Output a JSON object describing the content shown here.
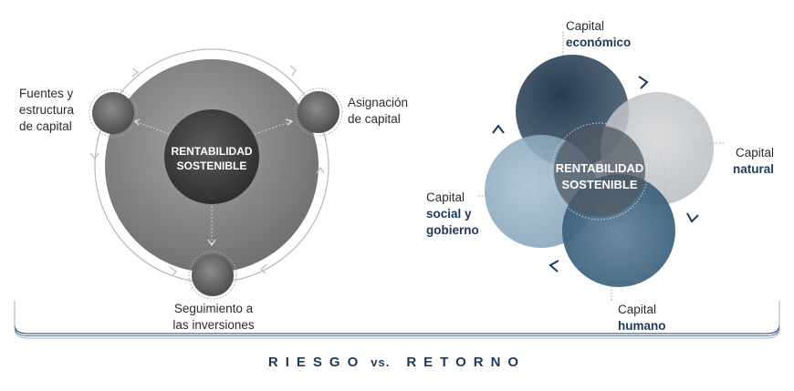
{
  "left_diagram": {
    "center_line1": "RENTABILIDAD",
    "center_line2": "SOSTENIBLE",
    "node_top_left": [
      "Fuentes y",
      "estructura",
      "de capital"
    ],
    "node_top_right": [
      "Asignación",
      "de capital"
    ],
    "node_bottom": [
      "Seguimiento a",
      "las inversiones"
    ]
  },
  "right_diagram": {
    "center_line1": "RENTABILIDAD",
    "center_line2": "SOSTENIBLE",
    "economico": {
      "line1": "Capital",
      "line2": "económico"
    },
    "natural": {
      "line1": "Capital",
      "line2": "natural"
    },
    "humano": {
      "line1": "Capital",
      "line2": "humano"
    },
    "social": {
      "line1": "Capital",
      "line2": "social y",
      "line3": "gobierno"
    }
  },
  "footer": {
    "left": "RIESGO",
    "vs": "vs.",
    "right": "RETORNO"
  },
  "colors": {
    "navy": "#1d3a5c",
    "grey_big": "#8a8a8a",
    "grey_center": "#4a4a4a"
  }
}
